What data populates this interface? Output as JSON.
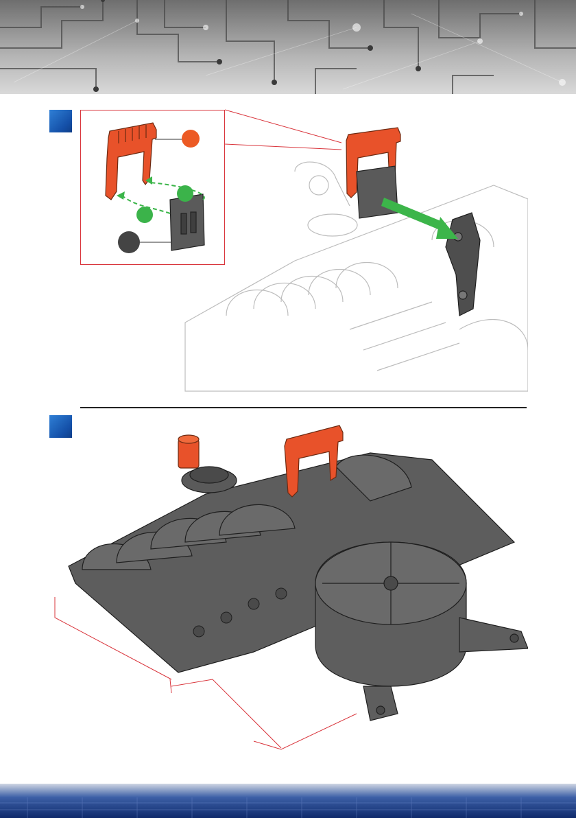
{
  "steps": [
    {
      "id": 1
    },
    {
      "id": 2
    }
  ],
  "parts": {
    "orange_part_badge_color": "#ec5a24",
    "green_callout_color": "#3bb34a",
    "gray_part_badge_color": "#444444"
  },
  "colors": {
    "accent_blue": "#1a5fbf",
    "callout_red": "#d9343b",
    "part_orange": "#e8522a",
    "part_gray": "#5a5a5a",
    "arrow_green": "#3cb54a"
  },
  "icons": [
    "circuit-header-graphic",
    "step-badge",
    "assembly-arrow",
    "dimension-lines"
  ]
}
